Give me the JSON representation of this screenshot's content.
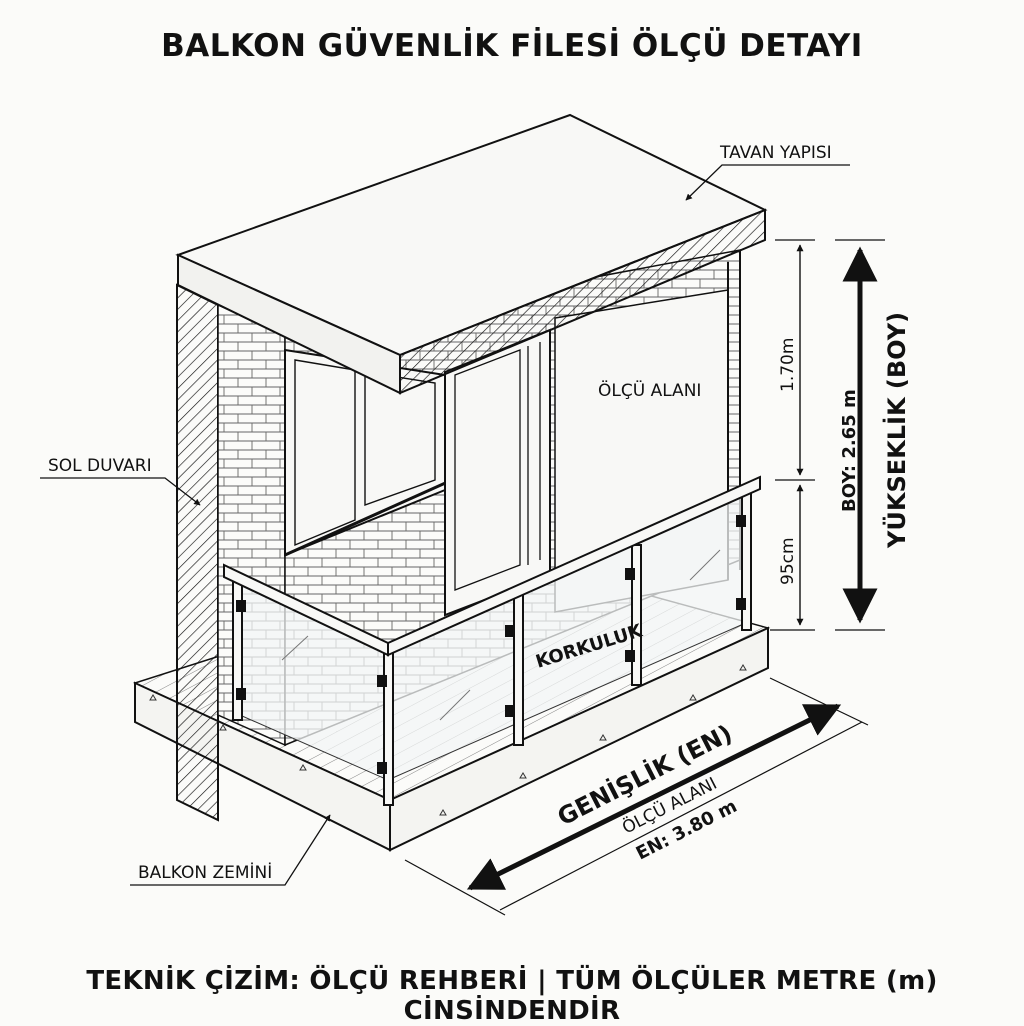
{
  "title": "BALKON GÜVENLİK FİLESİ ÖLÇÜ DETAYI",
  "footer": "TEKNİK ÇİZİM: ÖLÇÜ REHBERİ | TÜM ÖLÇÜLER METRE (m) CİNSİNDENDİR",
  "labels": {
    "ceiling": "TAVAN YAPISI",
    "left_wall": "SOL DUVARI",
    "floor": "BALKON ZEMİNİ",
    "railing": "KORKULUK",
    "measure_area_upper": "ÖLÇÜ ALANI",
    "measure_area_width": "ÖLÇÜ ALANI"
  },
  "dimensions": {
    "upper_height": "1.70m",
    "railing_height": "95cm",
    "total_height": "BOY: 2.65 m",
    "height_axis": "YÜKSEKLİK (BOY)",
    "width_axis": "GENİŞLİK (EN)",
    "total_width": "EN: 3.80 m"
  },
  "colors": {
    "line": "#111111",
    "paper": "#fbfbf9",
    "glass": "#f3f5f5"
  }
}
